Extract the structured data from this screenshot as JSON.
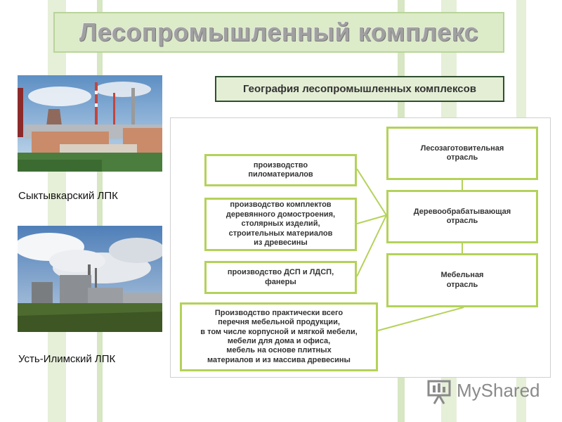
{
  "title": "Лесопромышленный комплекс",
  "photos": [
    {
      "caption": "Сыктывкарский ЛПК",
      "icon": "industrial-plant-photo"
    },
    {
      "caption": "Усть-Илимский ЛПК",
      "icon": "power-plant-photo"
    }
  ],
  "diagram": {
    "heading": "География лесопромышленных комплексов",
    "left_boxes": [
      "производство\nпиломатериалов",
      "производство комплектов\nдеревянного домостроения,\nстолярных изделий,\nстроительных материалов\nиз древесины",
      "производство ДСП и ЛДСП,\nфанеры",
      "Производство практически всего\nперечня мебельной продукции,\nв том числе корпусной и мягкой мебели,\nмебели для дома и офиса,\nмебель на основе плитных\nматериалов и из массива древесины"
    ],
    "right_boxes": [
      "Лесозаготовительная\nотрасль",
      "Деревообрабатывающая\nотрасль",
      "Мебельная\nотрасль"
    ]
  },
  "watermark": {
    "text": "MyShared"
  },
  "colors": {
    "accent": "#b4d25a",
    "title_bg": "#dcebc8",
    "stripe": "#c8dcb0"
  }
}
